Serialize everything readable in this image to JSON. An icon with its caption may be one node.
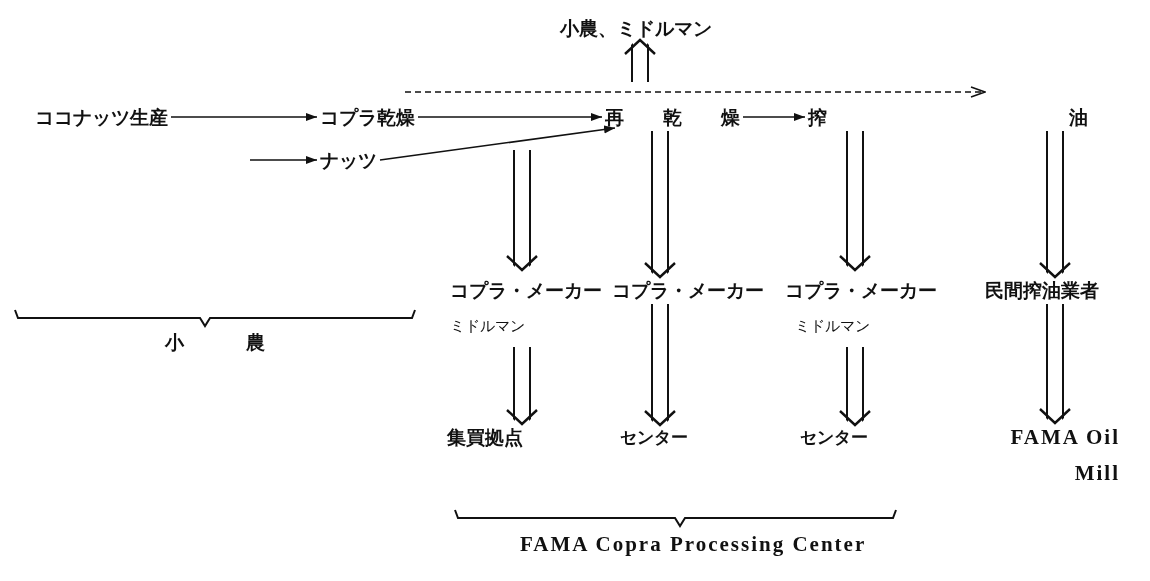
{
  "diagram": {
    "nodes": [
      {
        "text": [
          "ココナッツ生産"
        ]
      },
      {
        "text": [
          "コプラ乾燥"
        ]
      },
      {
        "text": [
          "ナッツ"
        ]
      },
      {
        "text": [
          "再乾燥"
        ]
      },
      {
        "text": [
          "搾油"
        ]
      },
      {
        "text": [
          "小農、ミドルマン"
        ]
      },
      {
        "text": [
          "コプラ・メーカー",
          "ミドルマン"
        ]
      },
      {
        "text": [
          "コプラ・メーカー"
        ]
      },
      {
        "text": [
          "コプラ・メーカー",
          "ミドルマン"
        ]
      },
      {
        "text": [
          "民間搾油業者"
        ]
      },
      {
        "text": [
          "集買拠点"
        ]
      },
      {
        "text": [
          "センター"
        ]
      },
      {
        "text": [
          "センター"
        ]
      },
      {
        "text": [
          "FAMA Oil Mill"
        ]
      }
    ],
    "edges": [
      {
        "from": 0,
        "to": 1,
        "arrow": "to"
      },
      {
        "from": null,
        "to": 2,
        "arrow": "to"
      },
      {
        "from": 1,
        "to": 3,
        "arrow": "to"
      },
      {
        "from": 2,
        "to": 3,
        "arrow": "to"
      },
      {
        "from": 3,
        "to": 4,
        "arrow": "to"
      },
      {
        "from": 1,
        "to": 4,
        "arrow": "to",
        "style": "dashed"
      },
      {
        "from": null,
        "to": 5,
        "arrow": "to"
      },
      {
        "from": null,
        "to": 6,
        "arrow": "to"
      },
      {
        "from": 3,
        "to": 7,
        "arrow": "to"
      },
      {
        "from": 4,
        "to": 8,
        "arrow": "to"
      },
      {
        "from": 4,
        "to": 9,
        "arrow": "to"
      },
      {
        "from": 6,
        "to": 10,
        "arrow": "to"
      },
      {
        "from": 7,
        "to": 11,
        "arrow": "to"
      },
      {
        "from": 8,
        "to": 12,
        "arrow": "to"
      },
      {
        "from": 9,
        "to": 13,
        "arrow": "to"
      }
    ],
    "labels": [
      "小農",
      "FAMA Copra Processing Center"
    ]
  }
}
